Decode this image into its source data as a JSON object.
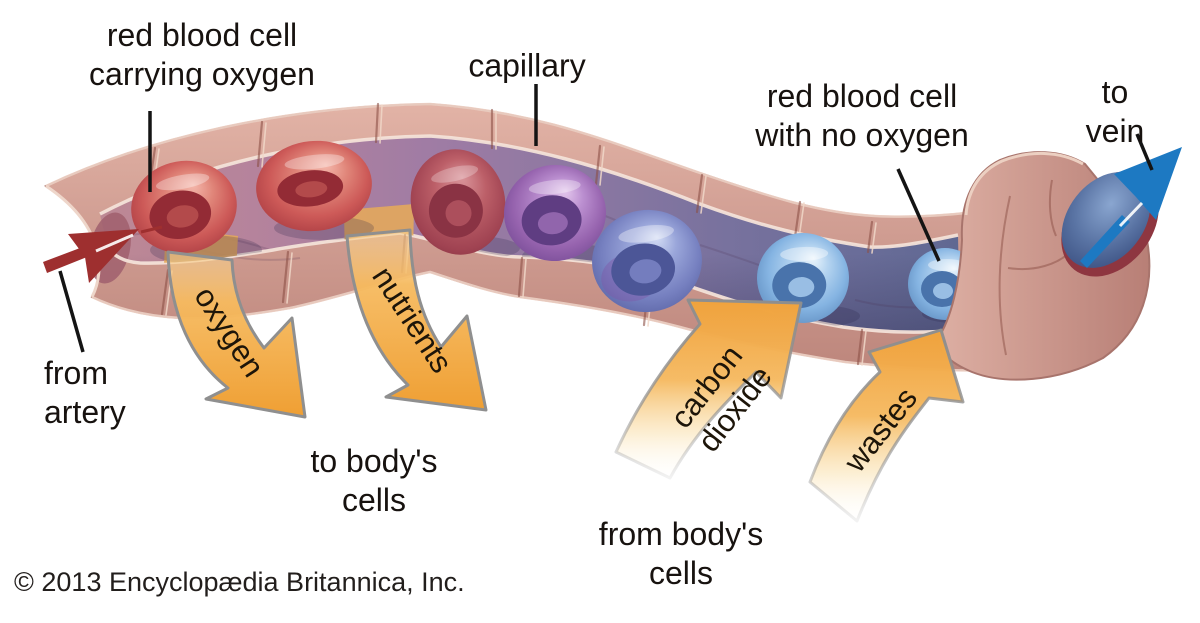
{
  "labels": {
    "rbc_oxygen": "red blood cell\ncarrying oxygen",
    "capillary": "capillary",
    "rbc_no_oxygen": "red blood cell\nwith no oxygen",
    "to_vein": "to vein",
    "from_artery": "from\nartery",
    "oxygen": "oxygen",
    "nutrients": "nutrients",
    "carbon_dioxide": "carbon\ndioxide",
    "wastes": "wastes",
    "to_body_cells": "to body's\ncells",
    "from_body_cells": "from body's\ncells"
  },
  "copyright": "© 2013 Encyclopædia Britannica, Inc.",
  "colors": {
    "oxygenated_cell": "#c4474b",
    "transition_cell": "#8a5fa8",
    "deoxygenated_cell": "#7fb0e0",
    "vessel_wall": "#cf998e",
    "transfer_arrow": "#f2a844",
    "artery_arrow": "#9e2f2f",
    "vein_arrow": "#1d79c2",
    "label_text": "#17120f"
  }
}
